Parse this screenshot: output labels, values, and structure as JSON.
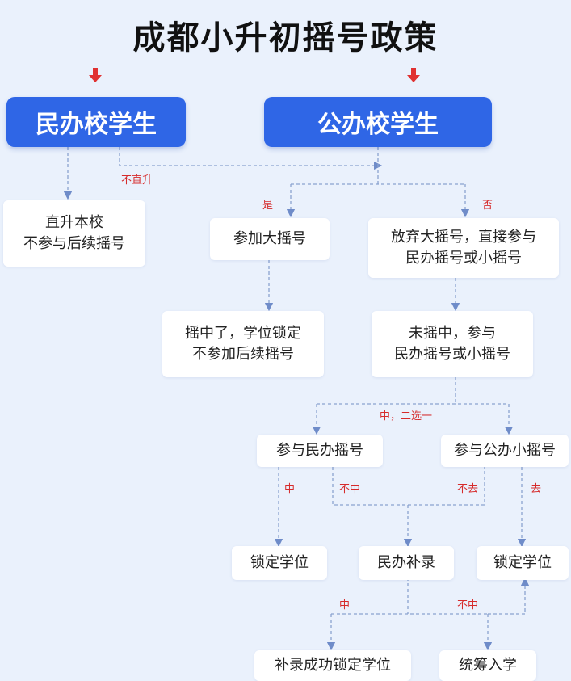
{
  "title": "成都小升初摇号政策",
  "nodes": {
    "private_student": "民办校学生",
    "public_student": "公办校学生",
    "direct_promote": "直升本校\n不参与后续摇号",
    "join_big_lottery": "参加大摇号",
    "give_up_big": "放弃大摇号，直接参与\n民办摇号或小摇号",
    "won_locked": "摇中了，学位锁定\n不参加后续摇号",
    "not_won": "未摇中，参与\n民办摇号或小摇号",
    "private_lottery": "参与民办摇号",
    "public_small_lottery": "参与公办小摇号",
    "lock_seat_left": "锁定学位",
    "private_supplement": "民办补录",
    "lock_seat_right": "锁定学位",
    "supplement_success": "补录成功锁定学位",
    "coordinated_enroll": "统筹入学"
  },
  "labels": {
    "not_direct": "不直升",
    "yes": "是",
    "no": "否",
    "choose_one": "中，二选一",
    "hit_left": "中",
    "miss_left": "不中",
    "not_go": "不去",
    "go": "去",
    "hit_bottom": "中",
    "miss_bottom": "不中"
  },
  "colors": {
    "primary": "#2f66e6",
    "arrow_red": "#e03131",
    "label_red": "#d62b2b",
    "connector": "#8aa2cf",
    "background": "#eaf1fc"
  }
}
